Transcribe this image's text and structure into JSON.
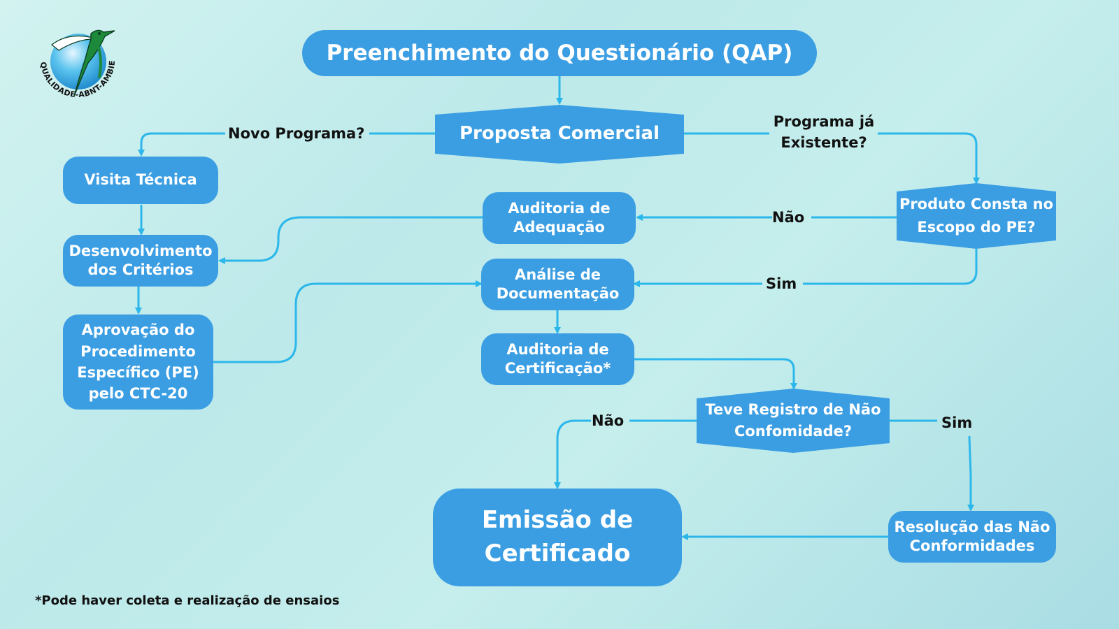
{
  "logo": {
    "ring_text": "QUALIDADE-ABNT-AMBIENTAL"
  },
  "title": "Preenchimento do Questionário (QAP)",
  "nodes": {
    "proposta": "Proposta Comercial",
    "visita": "Visita Técnica",
    "desenvolvimento": "Desenvolvimento dos Critérios",
    "aprovacao": "Aprovação do Procedimento Específico (PE) pelo CTC-20",
    "auditoria_adequacao": "Auditoria de Adequação",
    "analise": "Análise de Documentação",
    "auditoria_certificacao": "Auditoria de Certificação*",
    "produto_consta": "Produto Consta no Escopo do PE?",
    "teve_registro": "Teve Registro de Não Confomidade?",
    "emissao": "Emissão de Certificado",
    "resolucao": "Resolução das Não Conformidades"
  },
  "edge_labels": {
    "novo_programa": "Novo Programa?",
    "programa_existente": "Programa já Existente?",
    "nao_escopo": "Não",
    "sim_escopo": "Sim",
    "nao_registro": "Não",
    "sim_registro": "Sim"
  },
  "footnote": "*Pode haver coleta e realização de ensaios",
  "colors": {
    "node_fill": "#3b9ee3",
    "node_text": "#ffffff",
    "connector": "#2cb7eb",
    "label_text": "#111111"
  }
}
